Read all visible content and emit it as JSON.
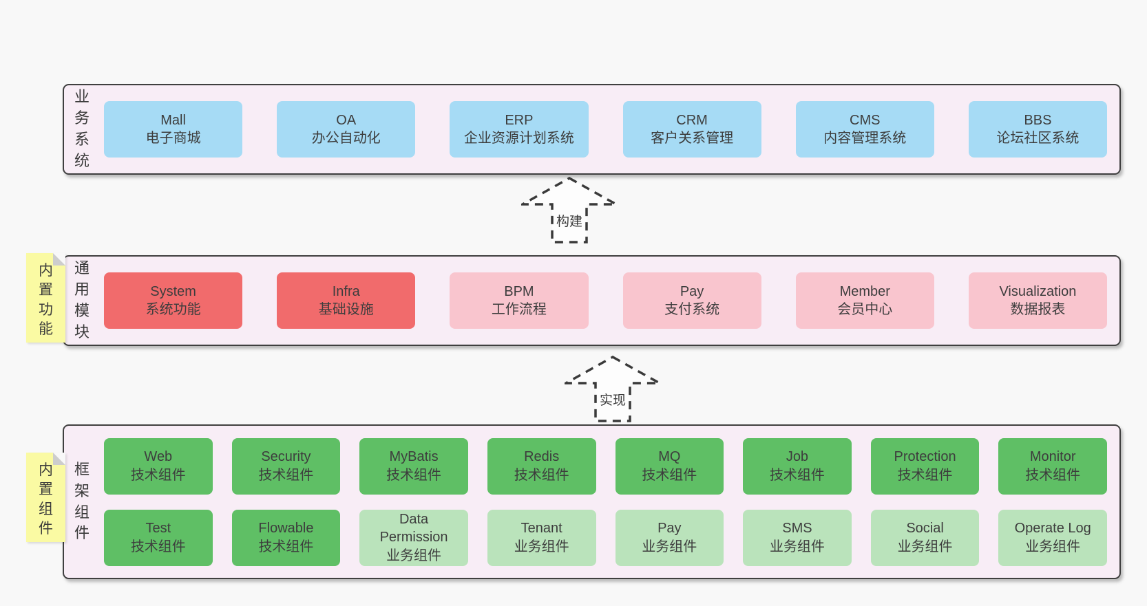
{
  "palette": {
    "page_bg": "#f8f8f8",
    "panel_bg": "#f8edf6",
    "panel_border": "#3f3f3f",
    "blue_box": "#a6dbf5",
    "red_box": "#f16b6c",
    "pink_box": "#f9c5ce",
    "green_dark_box": "#5fbf65",
    "green_light_box": "#bae3bb",
    "sticky_yellow": "#fafaa3",
    "text": "#3d3d3d"
  },
  "arrows": [
    {
      "label": "构建"
    },
    {
      "label": "实现"
    }
  ],
  "sections": [
    {
      "label": "业务系统",
      "boxes": [
        {
          "name": "Mall",
          "desc": "电子商城"
        },
        {
          "name": "OA",
          "desc": "办公自动化"
        },
        {
          "name": "ERP",
          "desc": "企业资源计划系统"
        },
        {
          "name": "CRM",
          "desc": "客户关系管理"
        },
        {
          "name": "CMS",
          "desc": "内容管理系统"
        },
        {
          "name": "BBS",
          "desc": "论坛社区系统"
        }
      ]
    },
    {
      "label": "通用模块",
      "sticky": "内置功能",
      "boxes": [
        {
          "name": "System",
          "desc": "系统功能"
        },
        {
          "name": "Infra",
          "desc": "基础设施"
        },
        {
          "name": "BPM",
          "desc": "工作流程"
        },
        {
          "name": "Pay",
          "desc": "支付系统"
        },
        {
          "name": "Member",
          "desc": "会员中心"
        },
        {
          "name": "Visualization",
          "desc": "数据报表"
        }
      ]
    },
    {
      "label": "框架组件",
      "sticky": "内置组件",
      "boxes": [
        {
          "name": "Web",
          "desc": "技术组件"
        },
        {
          "name": "Security",
          "desc": "技术组件"
        },
        {
          "name": "MyBatis",
          "desc": "技术组件"
        },
        {
          "name": "Redis",
          "desc": "技术组件"
        },
        {
          "name": "MQ",
          "desc": "技术组件"
        },
        {
          "name": "Job",
          "desc": "技术组件"
        },
        {
          "name": "Protection",
          "desc": "技术组件"
        },
        {
          "name": "Monitor",
          "desc": "技术组件"
        },
        {
          "name": "Test",
          "desc": "技术组件"
        },
        {
          "name": "Flowable",
          "desc": "技术组件"
        },
        {
          "name": "Data Permission",
          "desc": "业务组件"
        },
        {
          "name": "Tenant",
          "desc": "业务组件"
        },
        {
          "name": "Pay",
          "desc": "业务组件"
        },
        {
          "name": "SMS",
          "desc": "业务组件"
        },
        {
          "name": "Social",
          "desc": "业务组件"
        },
        {
          "name": "Operate Log",
          "desc": "业务组件"
        }
      ]
    }
  ]
}
